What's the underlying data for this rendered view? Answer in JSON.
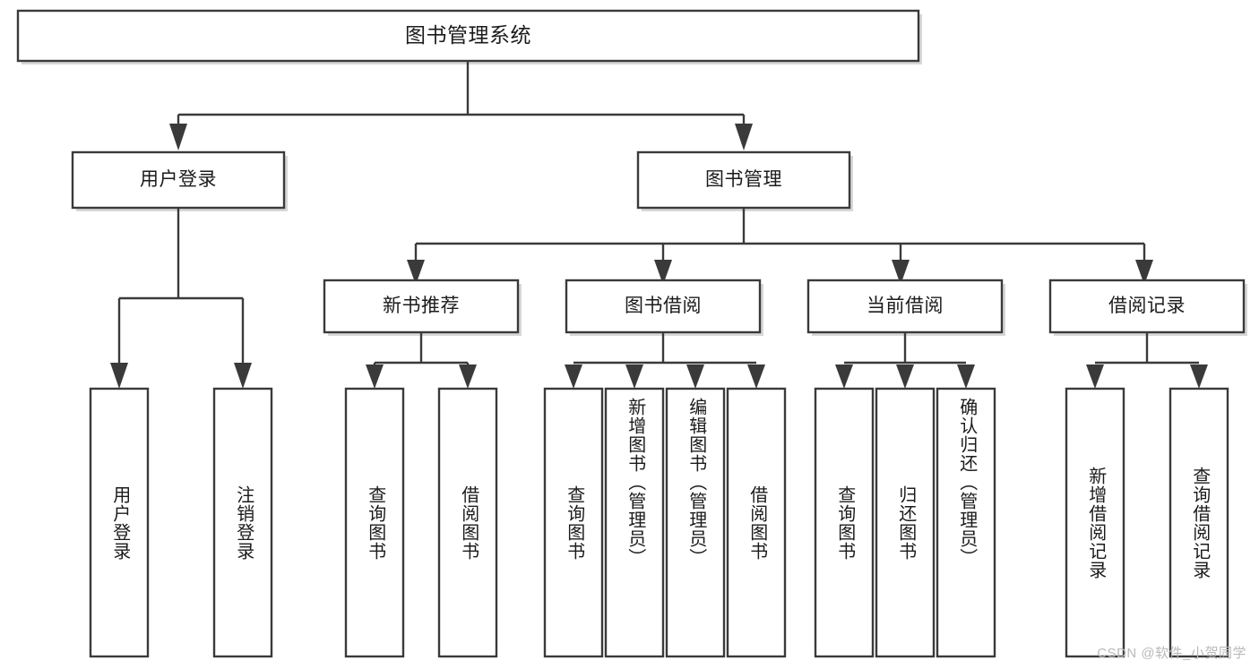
{
  "diagram": {
    "type": "tree",
    "title": "图书管理系统",
    "orientation": "top-down",
    "colors": {
      "box_border": "#3a3a3a",
      "box_fill": "#ffffff",
      "connector": "#3a3a3a",
      "text": "#1b1b1b",
      "watermark": "#b9b9b9",
      "background": "#ffffff"
    },
    "root": {
      "label": "图书管理系统"
    },
    "level2": [
      {
        "label": "用户登录"
      },
      {
        "label": "图书管理"
      }
    ],
    "level3": [
      {
        "label": "新书推荐"
      },
      {
        "label": "图书借阅"
      },
      {
        "label": "当前借阅"
      },
      {
        "label": "借阅记录"
      }
    ],
    "leaves": {
      "user_login": [
        {
          "label": "用户登录"
        },
        {
          "label": "注销登录"
        }
      ],
      "new_book": [
        {
          "label": "查询图书"
        },
        {
          "label": "借阅图书"
        }
      ],
      "book_borrow": [
        {
          "label": "查询图书"
        },
        {
          "label": "新增图书（管理员）"
        },
        {
          "label": "编辑图书（管理员）"
        },
        {
          "label": "借阅图书"
        }
      ],
      "current_borrow": [
        {
          "label": "查询图书"
        },
        {
          "label": "归还图书"
        },
        {
          "label": "确认归还（管理员）"
        }
      ],
      "borrow_record": [
        {
          "label": "新增借阅记录"
        },
        {
          "label": "查询借阅记录"
        }
      ]
    }
  },
  "watermark": {
    "text": "CSDN @软件_小贺同学"
  }
}
